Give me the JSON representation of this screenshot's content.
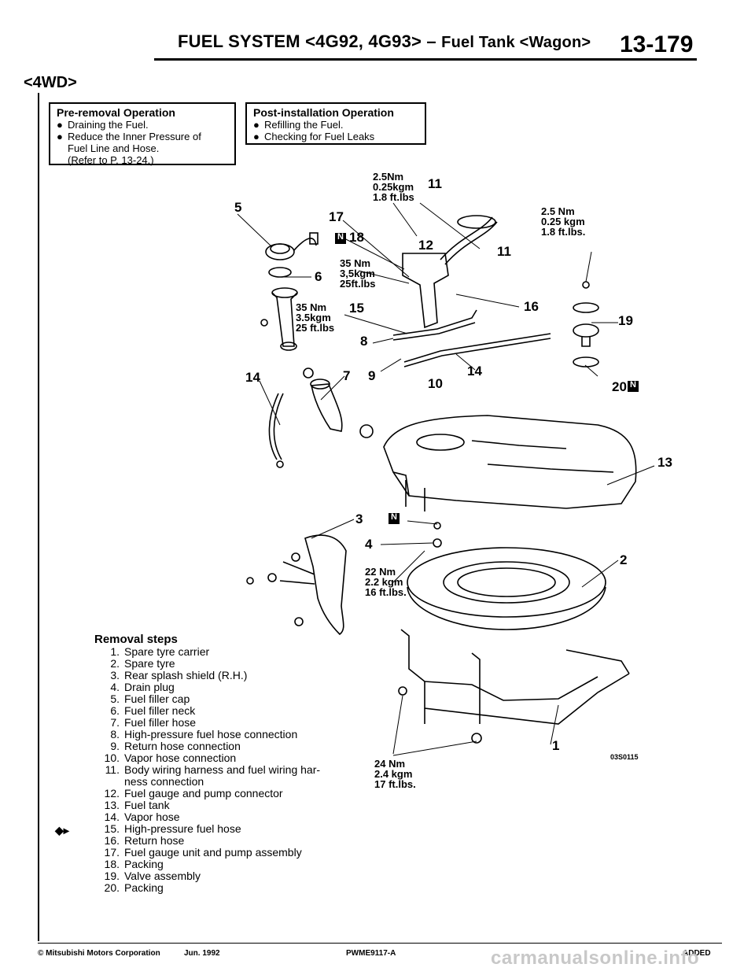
{
  "header": {
    "title": "FUEL SYSTEM <4G92, 4G93> –",
    "subtitle": "Fuel Tank <Wagon>",
    "page_number": "13-179"
  },
  "section_label": "<4WD>",
  "pre_removal": {
    "title": "Pre-removal Operation",
    "items": [
      "Draining the Fuel.",
      "Reduce the Inner Pressure of"
    ],
    "continuation": [
      "Fuel Line and Hose.",
      "(Refer to P. 13-24.)"
    ]
  },
  "post_installation": {
    "title": "Post-installation Operation",
    "items": [
      "Refilling the Fuel.",
      "Checking for Fuel Leaks"
    ]
  },
  "torques": {
    "t1": [
      "2.5Nm",
      "0.25kgm",
      "1.8 ft.lbs"
    ],
    "t2": [
      "2.5 Nm",
      "0.25 kgm",
      "1.8 ft.lbs."
    ],
    "t3": [
      "35 Nm",
      "3,5kgm",
      "25ft.lbs"
    ],
    "t4": [
      "35 Nm",
      "3.5kgm",
      "25 ft.lbs"
    ],
    "t5": [
      "22 Nm",
      "2.2 kgm",
      "16 ft.lbs."
    ],
    "t6": [
      "24 Nm",
      "2.4 kgm",
      "17 ft.lbs."
    ]
  },
  "callouts": [
    "1",
    "2",
    "3",
    "4",
    "5",
    "6",
    "7",
    "8",
    "9",
    "10",
    "11",
    "11",
    "12",
    "13",
    "14",
    "14",
    "15",
    "16",
    "17",
    "18",
    "19",
    "20"
  ],
  "n_mark": "N",
  "removal": {
    "title": "Removal steps",
    "steps": [
      {
        "n": "1.",
        "text": "Spare tyre carrier"
      },
      {
        "n": "2.",
        "text": "Spare tyre"
      },
      {
        "n": "3.",
        "text": "Rear splash shield (R.H.)"
      },
      {
        "n": "4.",
        "text": "Drain plug"
      },
      {
        "n": "5.",
        "text": "Fuel filler cap"
      },
      {
        "n": "6.",
        "text": "Fuel filler neck"
      },
      {
        "n": "7.",
        "text": "Fuel filler hose"
      },
      {
        "n": "8.",
        "text": "High-pressure fuel hose connection"
      },
      {
        "n": "9.",
        "text": "Return hose connection"
      },
      {
        "n": "10.",
        "text": "Vapor hose connection"
      },
      {
        "n": "11.",
        "text": "Body wiring harness and fuel wiring har-"
      },
      {
        "n": "",
        "text": "ness connection"
      },
      {
        "n": "12.",
        "text": "Fuel gauge and pump connector"
      },
      {
        "n": "13.",
        "text": "Fuel tank"
      },
      {
        "n": "14.",
        "text": "Vapor hose"
      },
      {
        "n": "15.",
        "text": "High-pressure fuel hose"
      },
      {
        "n": "16.",
        "text": "Return hose"
      },
      {
        "n": "17.",
        "text": "Fuel gauge unit and pump assembly"
      },
      {
        "n": "18.",
        "text": "Packing"
      },
      {
        "n": "19.",
        "text": "Valve assembly"
      },
      {
        "n": "20.",
        "text": "Packing"
      }
    ]
  },
  "arrow_mark": "◆▸",
  "figure_code": "03S0115",
  "footer": {
    "copyright": "© Mitsubishi Motors Corporation",
    "date": "Jun. 1992",
    "code": "PWME9117-A",
    "status": "ADDED",
    "watermark": "carmanualsonline.info"
  }
}
